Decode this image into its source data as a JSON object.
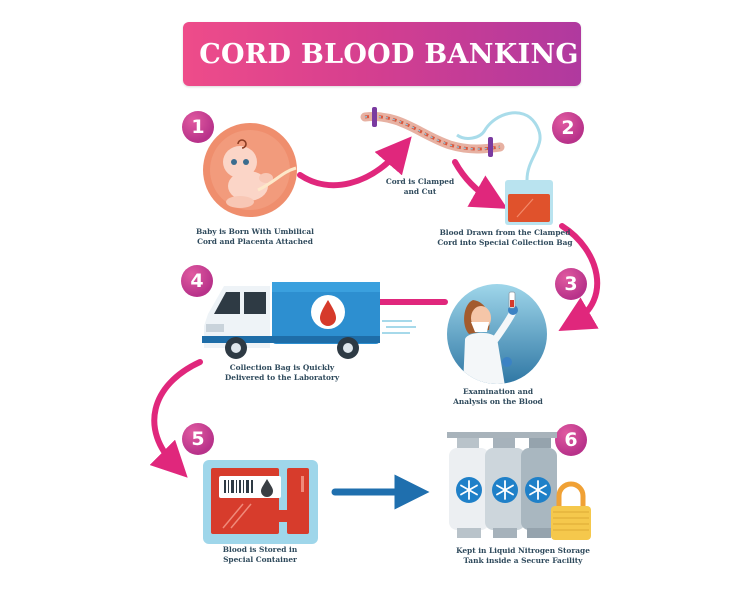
{
  "title": "CORD BLOOD BANKING",
  "colors": {
    "accent_pink": "#e0277c",
    "title_gradient_start": "#ee4c8a",
    "title_gradient_end": "#b0399f",
    "arrow_blue": "#1f6fae",
    "caption_text": "#2f4a5c"
  },
  "steps": [
    {
      "number": "1",
      "caption_line1": "Baby is Born With Umbilical",
      "caption_line2": "Cord and Placenta Attached",
      "icon": "fetus-in-womb-icon"
    },
    {
      "number": "2",
      "caption_line1": "Blood Drawn from the Clamped",
      "caption_line2": "Cord into Special Collection Bag",
      "icon": "blood-collection-bag-icon"
    },
    {
      "number": "3",
      "caption_line1": "Examination and",
      "caption_line2": "Analysis on the Blood",
      "icon": "lab-technician-icon"
    },
    {
      "number": "4",
      "caption_line1": "Collection Bag is Quickly",
      "caption_line2": "Delivered to the Laboratory",
      "icon": "delivery-truck-icon"
    },
    {
      "number": "5",
      "caption_line1": "Blood is Stored in",
      "caption_line2": "Special Container",
      "icon": "storage-container-icon"
    },
    {
      "number": "6",
      "caption_line1": "Kept in Liquid Nitrogen Storage",
      "caption_line2": "Tank inside a Secure Facility",
      "icon": "nitrogen-tanks-icon"
    }
  ],
  "intermediate": {
    "cord_caption_line1": "Cord is Clamped",
    "cord_caption_line2": "and Cut"
  }
}
